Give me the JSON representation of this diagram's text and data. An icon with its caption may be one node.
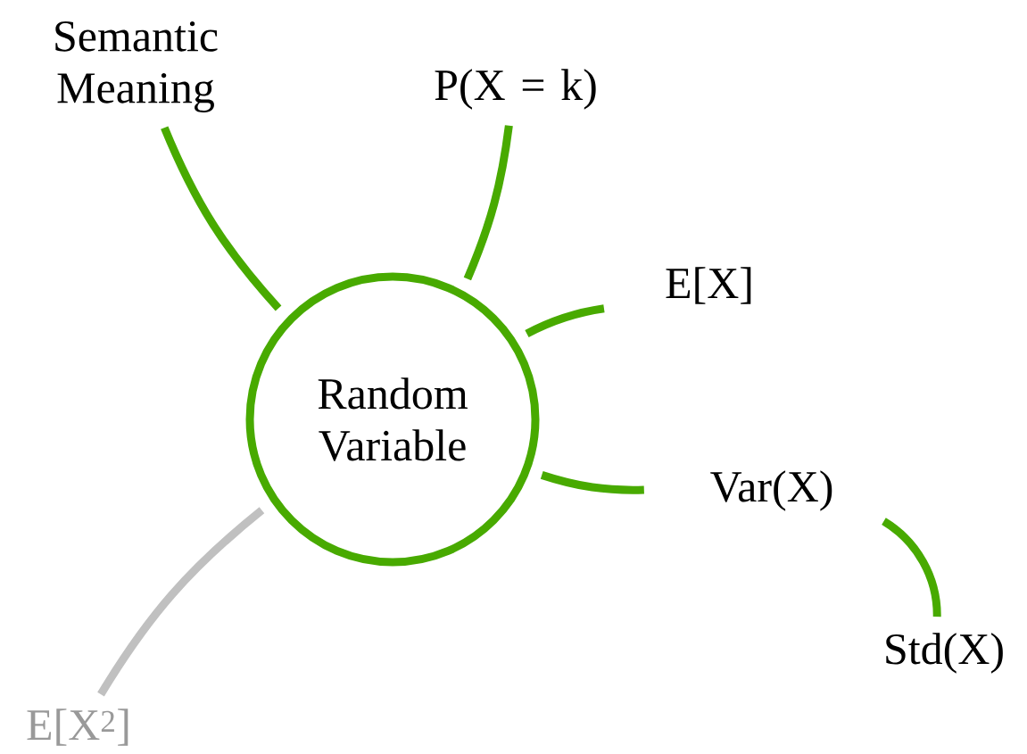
{
  "diagram": {
    "nodes": [
      {
        "text": [
          "Random Variable"
        ]
      },
      {
        "text": [
          "Semantic Meaning"
        ]
      },
      {
        "text": [
          "P(X = k)"
        ]
      },
      {
        "text": [
          "E[X]"
        ]
      },
      {
        "text": [
          "Var(X)"
        ]
      },
      {
        "text": [
          "Std(X)"
        ]
      },
      {
        "text": [
          "E[X$^{2}$]"
        ]
      }
    ],
    "edges": [
      {
        "from": 0,
        "to": 1,
        "arrow": "none"
      },
      {
        "from": 0,
        "to": 2,
        "arrow": "none"
      },
      {
        "from": 0,
        "to": 3,
        "arrow": "none"
      },
      {
        "from": 0,
        "to": 4,
        "arrow": "none"
      },
      {
        "from": 4,
        "to": 5,
        "arrow": "none"
      },
      {
        "from": 0,
        "to": 6,
        "arrow": "none",
        "color": "#c0c0c0"
      }
    ]
  }
}
